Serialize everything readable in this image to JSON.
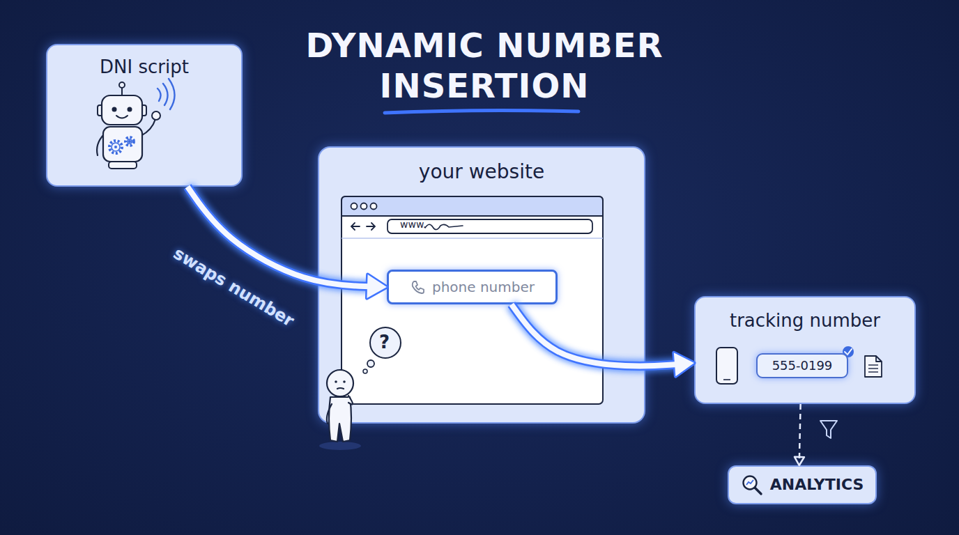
{
  "diagram": {
    "title": "DYNAMIC NUMBER INSERTION",
    "nodes": [
      {
        "text": [
          "DNI script"
        ]
      },
      {
        "text": [
          "your website"
        ]
      },
      {
        "text": [
          "phone number"
        ],
        "in": 1
      },
      {
        "text": [
          "tracking number"
        ]
      },
      {
        "text": [
          "555-0199"
        ],
        "in": 3
      },
      {
        "text": [
          "ANALYTICS"
        ]
      }
    ],
    "edges": [
      {
        "from": 0,
        "to": 2,
        "label": "swaps number",
        "arrow": "to"
      },
      {
        "from": 2,
        "to": 3,
        "arrow": "to"
      },
      {
        "from": 3,
        "to": 5,
        "arrow": "to"
      }
    ],
    "labels": [
      "www.",
      "?"
    ]
  }
}
